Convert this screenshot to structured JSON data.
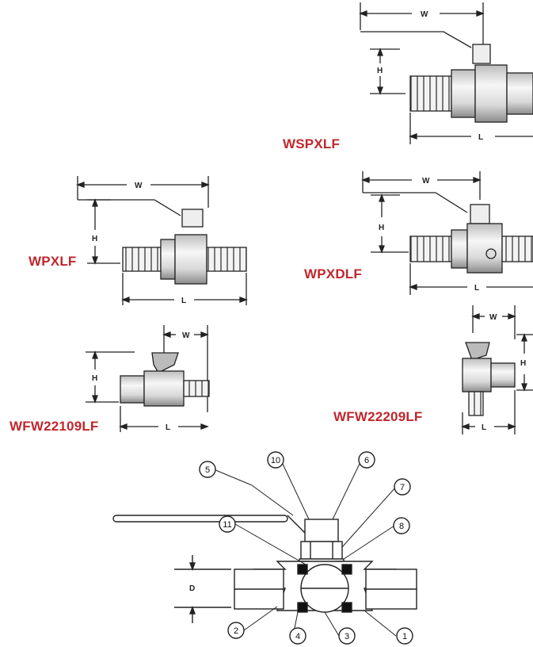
{
  "models": {
    "m1": "WSPXLF",
    "m2": "WPXLF",
    "m3": "WPXDLF",
    "m4": "WFW22109LF",
    "m5": "WFW22209LF"
  },
  "dims": {
    "w": "W",
    "h": "H",
    "l": "L",
    "d": "D"
  },
  "callouts": [
    "1",
    "2",
    "3",
    "4",
    "5",
    "6",
    "7",
    "8",
    "10",
    "11"
  ],
  "colors": {
    "model_label": "#c0272d",
    "line": "#222222"
  }
}
